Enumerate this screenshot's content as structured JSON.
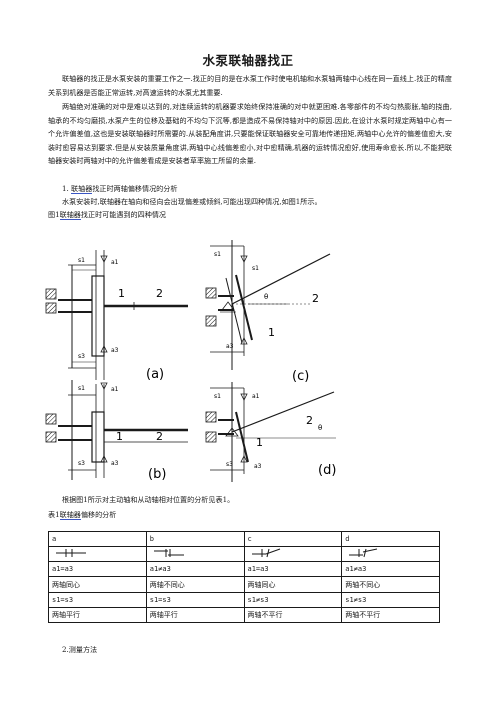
{
  "doc": {
    "title": "水泵联轴器找正",
    "para1": "联轴器的找正是水泵安装的重要工作之一.找正的目的是在水泵工作时使电机轴和水泵轴两轴中心线在同一直线上.找正的精度关系到机器是否能正常运转,对高速运转的水泵尤其重要.",
    "para2": "两轴绝对准确的对中是难以达到的,对连续运转的机器要求始终保持准确的对中就更困难.各零部件的不均匀热膨胀,轴的挠曲,轴承的不均匀磨损,水泵产生的位移及基础的不均匀下沉等,都是造成不易保持轴对中的原因.因此,在设计水泵时规定两轴中心有一个允许偏差值,这也是安装联轴器时所需要的.从装配角度讲,只要能保证联轴器安全可靠地传递扭矩,两轴中心允许的偏差值愈大,安装时愈容易达到要求.但是从安装质量角度讲,两轴中心线偏差愈小,对中愈精确,机器的运转情况愈好,使用寿命愈长.所以,不能把联轴器安装时两轴对中的允许偏差看成是安装者草率施工所留的余量.",
    "section1_num": "1.",
    "section1_link": "联轴器",
    "section1_rest": "找正时两轴偏移情况的分析",
    "para3": "水泵安装时,联轴器在轴向和径向会出现偏差或倾斜,可能出现四种情况,如图1所示。",
    "fig_caption_pre": "图1",
    "fig_caption_link": "联轴器",
    "fig_caption_rest": "找正时可能遇到的四种情况",
    "para4": "根据图1所示对主动轴和从动轴相对位置的分析见表1。",
    "table_caption_pre": "表1",
    "table_caption_link": "联轴器",
    "table_caption_rest": "偏移的分析",
    "section2": "2.测量方法"
  },
  "figure": {
    "labels": {
      "a": "(a)",
      "b": "(b)",
      "c": "(c)",
      "d": "(d)",
      "s1": "s1",
      "s3": "s3",
      "a1": "a1",
      "a3": "a3",
      "one": "1",
      "two": "2",
      "theta": "θ"
    }
  },
  "table": {
    "headers": [
      "a",
      "b",
      "c",
      "d"
    ],
    "row_ac": [
      "a1=a3",
      "a1≠a3",
      "a1=a3",
      "a1≠a3"
    ],
    "row_center": [
      "两轴同心",
      "两轴不同心",
      "两轴同心",
      "两轴不同心"
    ],
    "row_sc": [
      "s1=s3",
      "s1=s3",
      "s1≠s3",
      "s1≠s3"
    ],
    "row_parallel": [
      "两轴平行",
      "两轴平行",
      "两轴不平行",
      "两轴不平行"
    ]
  }
}
